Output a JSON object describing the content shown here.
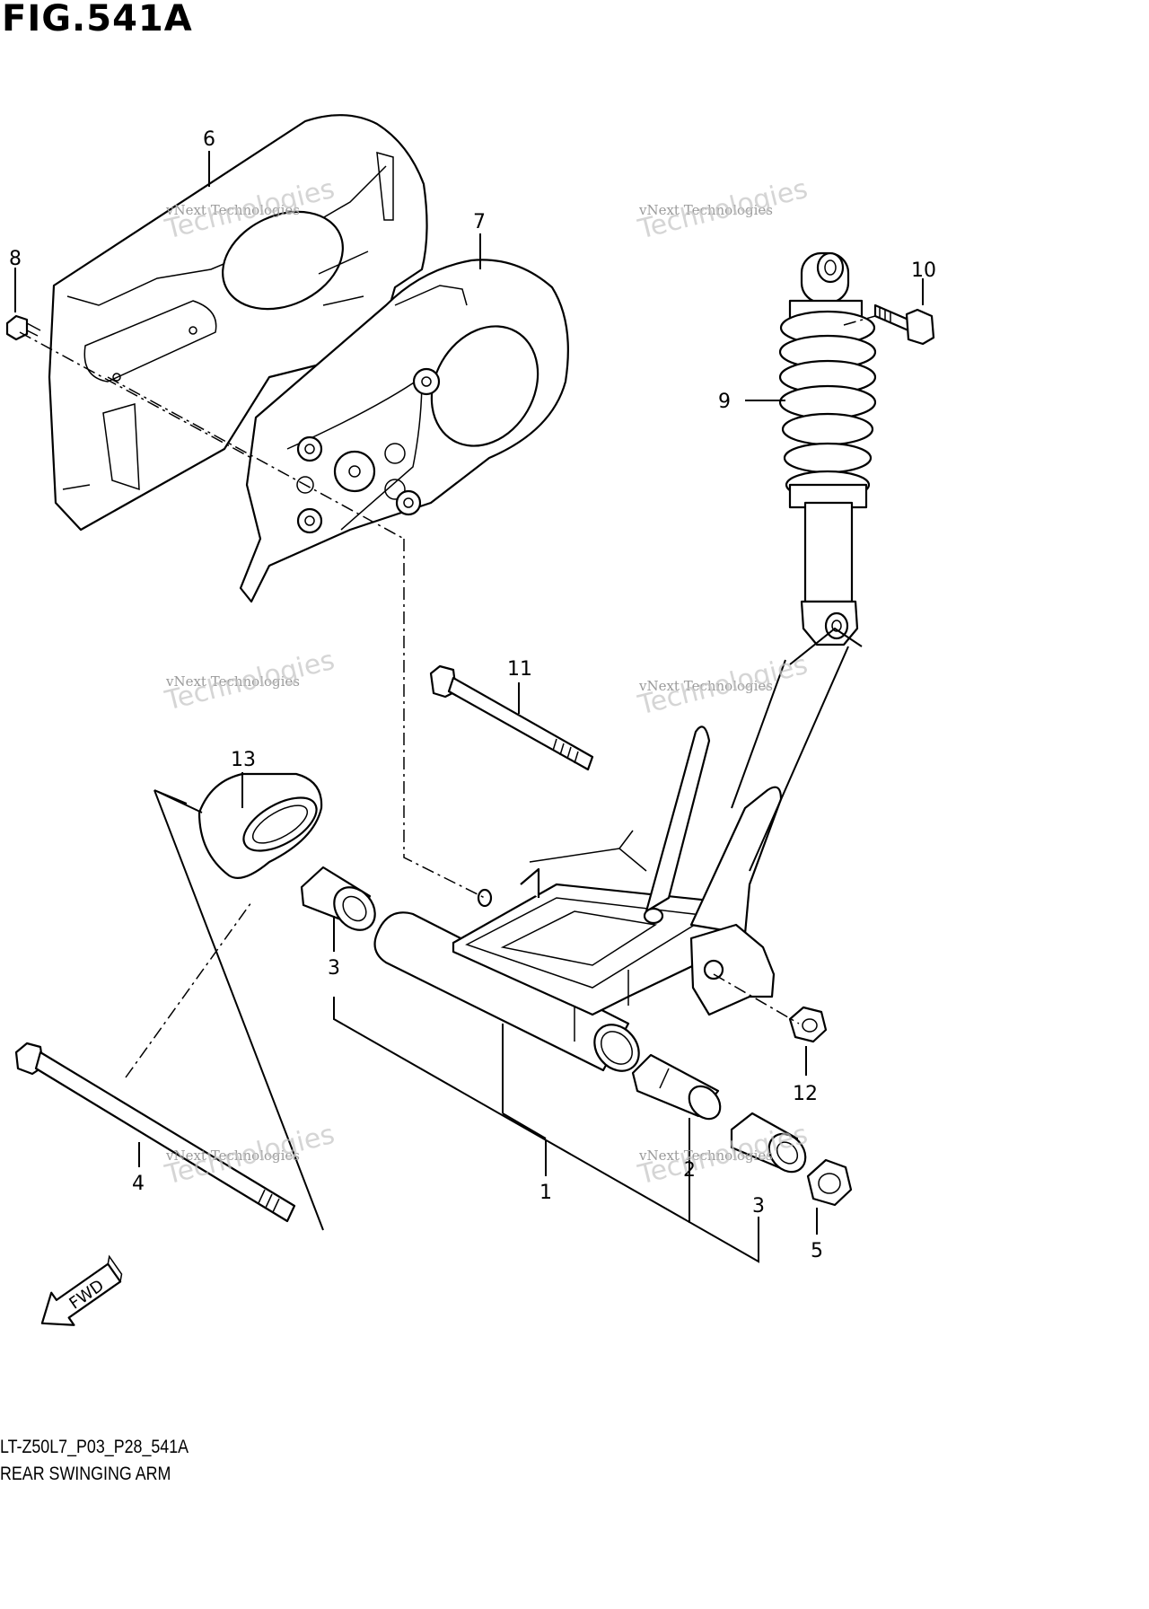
{
  "figure": {
    "title": "FIG.541A",
    "code": "LT-Z50L7_P03_P28_541A",
    "name": "REAR SWINGING ARM"
  },
  "watermark": {
    "line1": "vNext Technologies",
    "line2": "Technologies"
  },
  "callouts": [
    {
      "id": "c6",
      "label": "6"
    },
    {
      "id": "c7",
      "label": "7"
    },
    {
      "id": "c8",
      "label": "8"
    },
    {
      "id": "c9",
      "label": "9"
    },
    {
      "id": "c10",
      "label": "10"
    },
    {
      "id": "c11",
      "label": "11"
    },
    {
      "id": "c13",
      "label": "13"
    },
    {
      "id": "c3a",
      "label": "3"
    },
    {
      "id": "c12",
      "label": "12"
    },
    {
      "id": "c4",
      "label": "4"
    },
    {
      "id": "c1",
      "label": "1"
    },
    {
      "id": "c2",
      "label": "2"
    },
    {
      "id": "c3b",
      "label": "3"
    },
    {
      "id": "c5",
      "label": "5"
    }
  ],
  "fwd_label": "FWD"
}
